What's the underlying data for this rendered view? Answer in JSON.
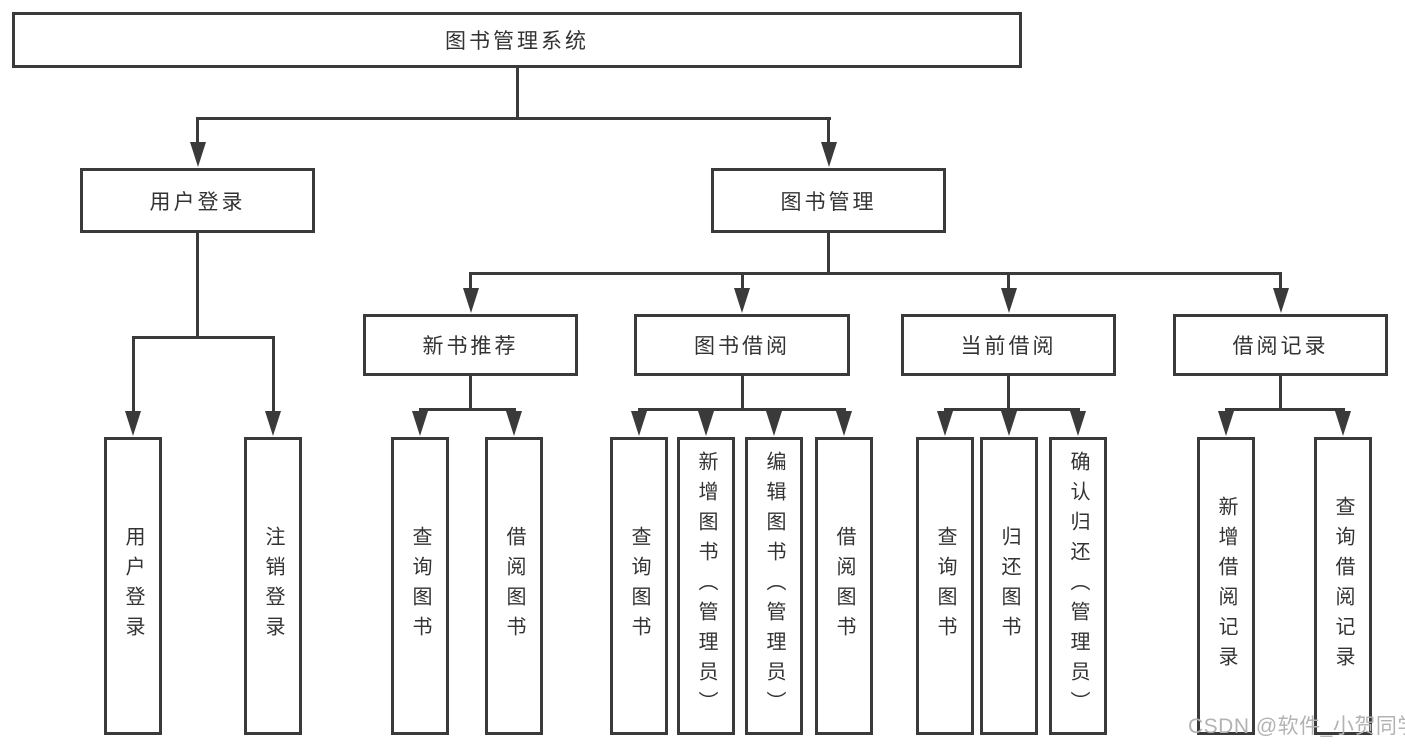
{
  "diagram": {
    "root_label": "图书管理系统",
    "level2": {
      "user_login": "用户登录",
      "book_mgmt": "图书管理"
    },
    "level3": {
      "new_rec": "新书推荐",
      "borrow": "图书借阅",
      "current": "当前借阅",
      "records": "借阅记录"
    },
    "leaves": {
      "ul_login": "用户登录",
      "ul_logout": "注销登录",
      "nr_query": "查询图书",
      "nr_borrow": "借阅图书",
      "bb_query": "查询图书",
      "bb_add": "新增图书（管理员）",
      "bb_edit": "编辑图书（管理员）",
      "bb_borrow": "借阅图书",
      "cb_query": "查询图书",
      "cb_return": "归还图书",
      "cb_confirm": "确认归还（管理员）",
      "br_add": "新增借阅记录",
      "br_query": "查询借阅记录"
    }
  },
  "watermark": {
    "text": "CSDN @软件_小贺同学"
  }
}
